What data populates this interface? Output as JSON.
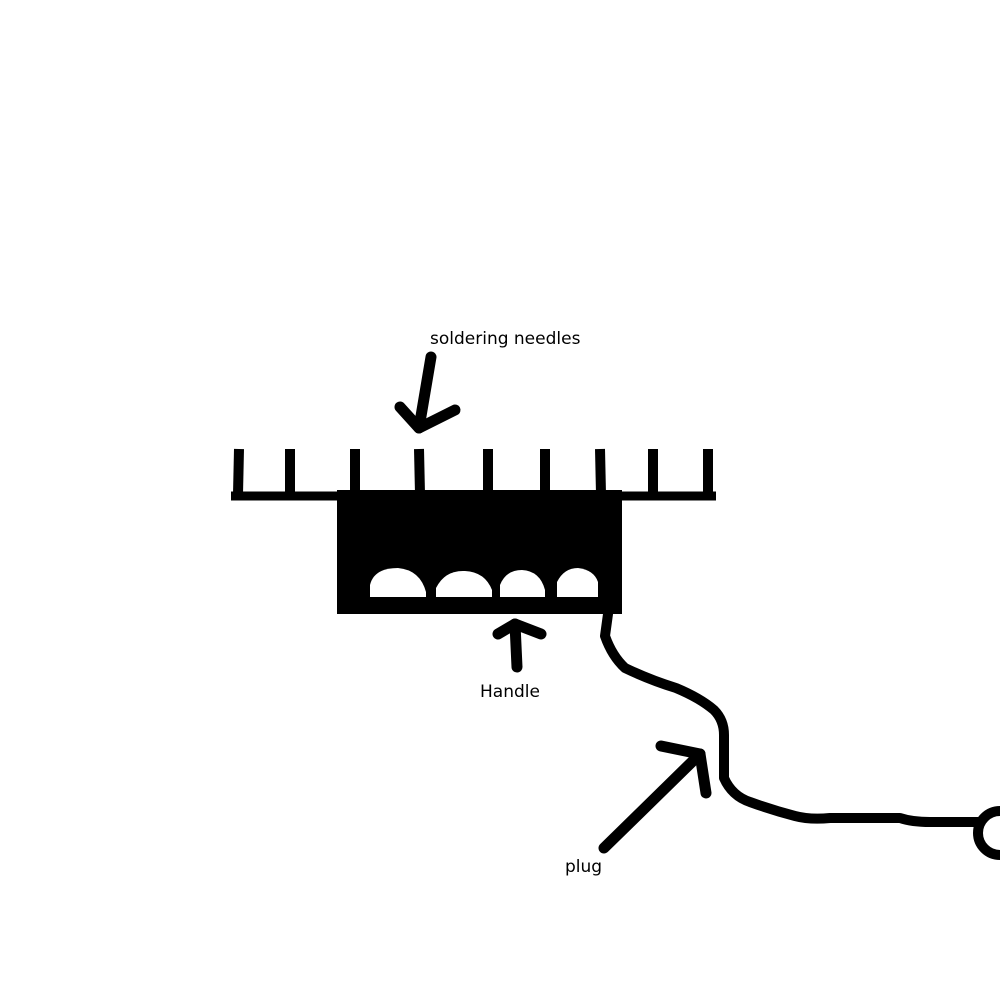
{
  "labels": {
    "needles": "soldering needles",
    "handle": "Handle",
    "plug": "plug"
  },
  "colors": {
    "ink": "#000000",
    "paper": "#ffffff"
  },
  "needle_count": 9
}
